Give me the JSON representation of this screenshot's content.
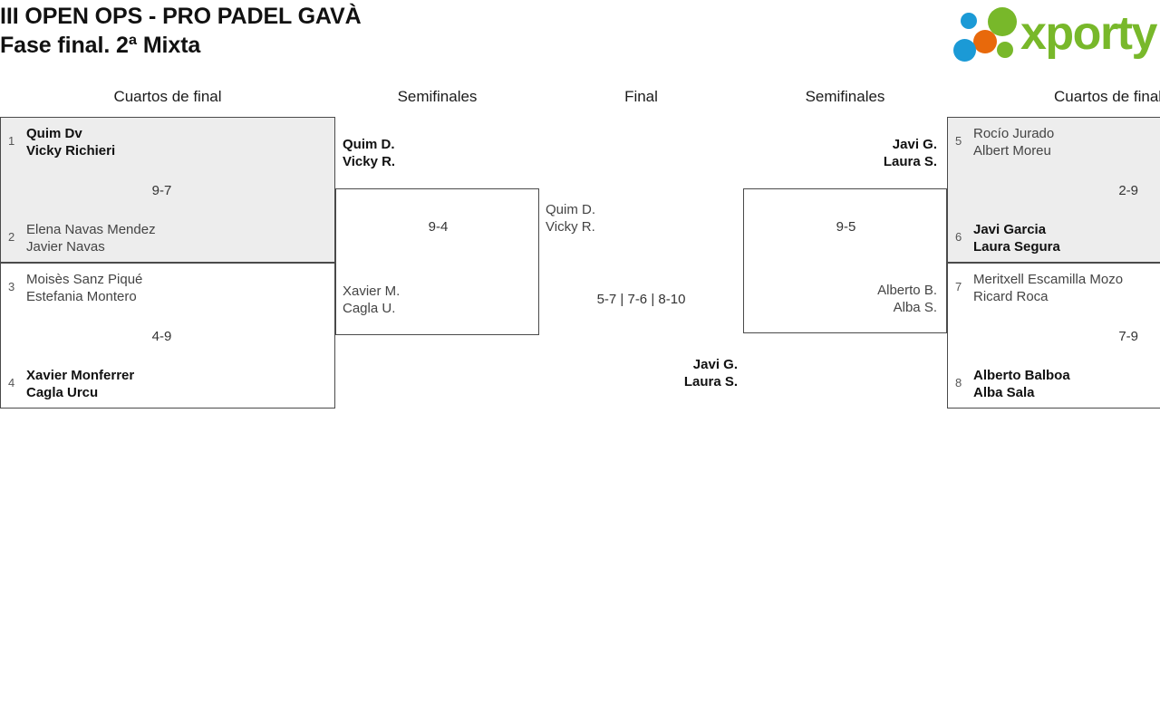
{
  "header": {
    "title_line1": "III OPEN OPS - PRO PADEL GAVÀ",
    "title_line2": "Fase final. 2ª Mixta",
    "logo_word": "xporty",
    "logo_colors": {
      "green": "#78b82a",
      "blue": "#1b9ad6",
      "orange": "#e8690b"
    }
  },
  "rounds": [
    {
      "id": "qf-left",
      "label": "Cuartos de final"
    },
    {
      "id": "sf-left",
      "label": "Semifinales"
    },
    {
      "id": "final",
      "label": "Final"
    },
    {
      "id": "sf-right",
      "label": "Semifinales"
    },
    {
      "id": "qf-right",
      "label": "Cuartos de final"
    }
  ],
  "bracket": {
    "qf1": {
      "highlighted": true,
      "top": {
        "seed": "1",
        "player1": "Quim Dv",
        "player2": "Vicky Richieri",
        "winner": true
      },
      "bottom": {
        "seed": "2",
        "player1": "Elena Navas Mendez",
        "player2": "Javier Navas",
        "winner": false
      },
      "score": "9-7"
    },
    "qf2": {
      "highlighted": false,
      "top": {
        "seed": "3",
        "player1": "Moisès Sanz Piqué",
        "player2": "Estefania Montero",
        "winner": false
      },
      "bottom": {
        "seed": "4",
        "player1": "Xavier Monferrer",
        "player2": "Cagla Urcu",
        "winner": true
      },
      "score": "4-9"
    },
    "sf_left": {
      "top": {
        "player1": "Quim D.",
        "player2": "Vicky R.",
        "winner": true
      },
      "bottom": {
        "player1": "Xavier M.",
        "player2": "Cagla U.",
        "winner": false
      },
      "score": "9-4"
    },
    "final": {
      "top": {
        "player1": "Quim D.",
        "player2": "Vicky R.",
        "winner": false
      },
      "bottom": {
        "player1": "Javi G.",
        "player2": "Laura S.",
        "winner": true
      },
      "score": "5-7 | 7-6 | 8-10"
    },
    "sf_right": {
      "top": {
        "player1": "Javi G.",
        "player2": "Laura S.",
        "winner": true
      },
      "bottom": {
        "player1": "Alberto B.",
        "player2": "Alba S.",
        "winner": false
      },
      "score": "9-5"
    },
    "qf3": {
      "highlighted": true,
      "top": {
        "seed": "5",
        "player1": "Rocío Jurado",
        "player2": "Albert Moreu",
        "winner": false
      },
      "bottom": {
        "seed": "6",
        "player1": "Javi Garcia",
        "player2": "Laura Segura",
        "winner": true
      },
      "score": "2-9"
    },
    "qf4": {
      "highlighted": false,
      "top": {
        "seed": "7",
        "player1": "Meritxell Escamilla Mozo",
        "player2": "Ricard Roca",
        "winner": false
      },
      "bottom": {
        "seed": "8",
        "player1": "Alberto Balboa",
        "player2": "Alba Sala",
        "winner": true
      },
      "score": "7-9"
    }
  }
}
